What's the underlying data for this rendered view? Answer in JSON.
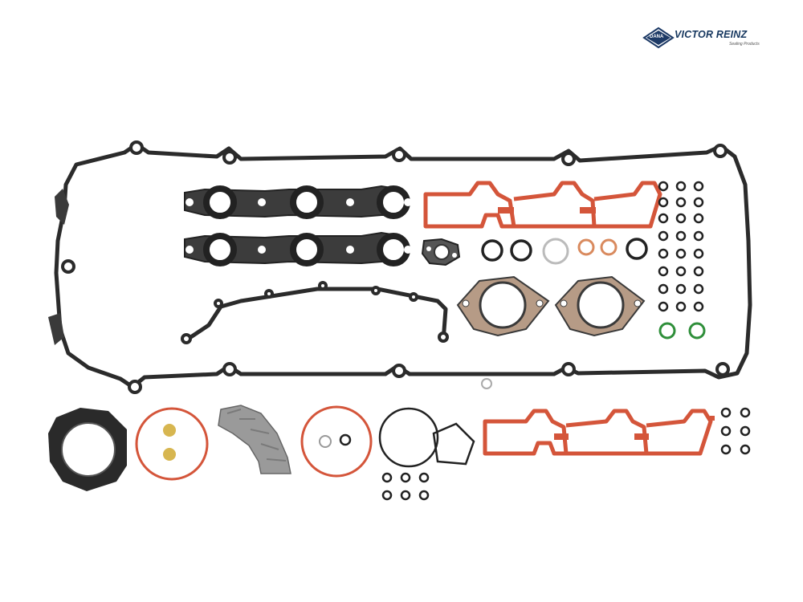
{
  "brand": {
    "logo_mark_text": "DANA",
    "name": "VICTOR REINZ",
    "tagline": "Sealing Products",
    "colors": {
      "primary": "#16375f",
      "mark_fill": "#1d3a66"
    }
  },
  "product": {
    "kind": "gasket set",
    "colors": {
      "rubber": "#2b2b2b",
      "rubber_fill": "#4a4a4a",
      "silicone": "#d4553a",
      "metal_coated": "#b69b86",
      "oring_green": "#2f8f3a",
      "oring_copper": "#d98a5e",
      "seal_yellow": "#d7b650",
      "hose": "#9a9a9a"
    }
  }
}
